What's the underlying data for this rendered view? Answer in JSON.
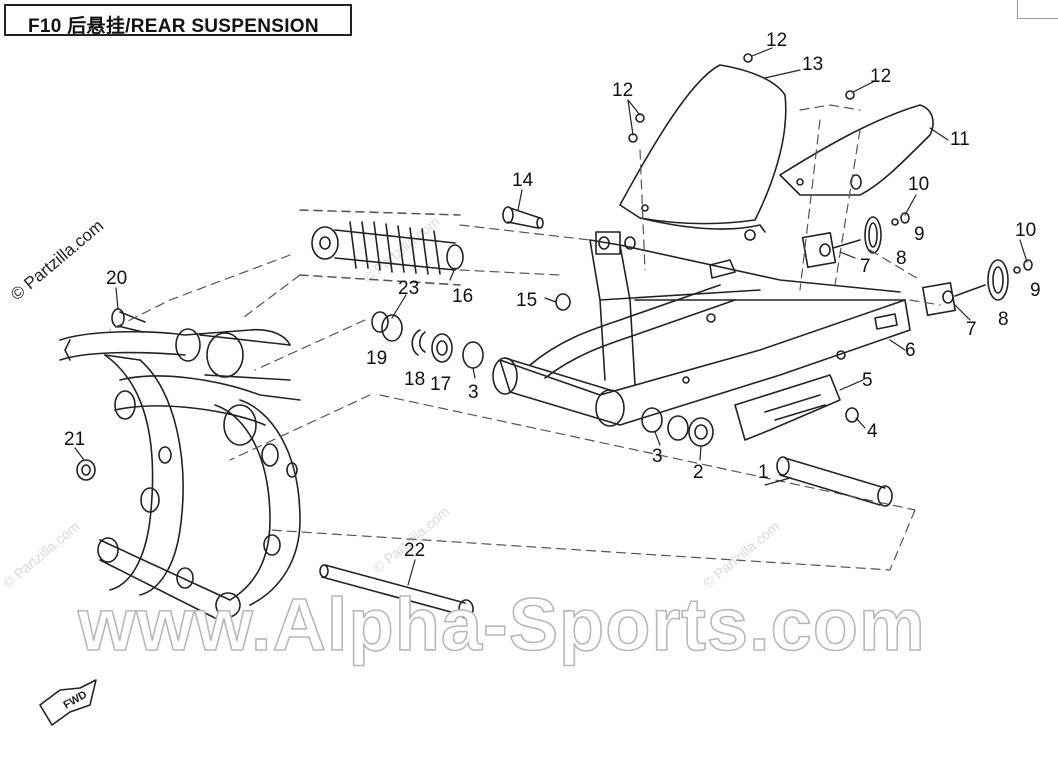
{
  "header": {
    "title": "F10 后悬挂/REAR SUSPENSION"
  },
  "watermarks": {
    "copyright": "© Partzilla.com",
    "faint_top": "© Partzilla.com",
    "faint_left": "© Partzilla.com",
    "faint_mid": "© Partzilla.com",
    "faint_right": "© Partzilla.com",
    "brand": "www.Alpha-Sports.com"
  },
  "fwd_arrow": {
    "label": "FWD"
  },
  "callouts": [
    {
      "n": "1"
    },
    {
      "n": "2"
    },
    {
      "n": "3"
    },
    {
      "n": "3"
    },
    {
      "n": "4"
    },
    {
      "n": "5"
    },
    {
      "n": "6"
    },
    {
      "n": "7"
    },
    {
      "n": "7"
    },
    {
      "n": "8"
    },
    {
      "n": "8"
    },
    {
      "n": "9"
    },
    {
      "n": "9"
    },
    {
      "n": "10"
    },
    {
      "n": "10"
    },
    {
      "n": "11"
    },
    {
      "n": "12"
    },
    {
      "n": "12"
    },
    {
      "n": "12"
    },
    {
      "n": "13"
    },
    {
      "n": "14"
    },
    {
      "n": "15"
    },
    {
      "n": "16"
    },
    {
      "n": "17"
    },
    {
      "n": "18"
    },
    {
      "n": "19"
    },
    {
      "n": "20"
    },
    {
      "n": "21"
    },
    {
      "n": "22"
    },
    {
      "n": "23"
    }
  ]
}
